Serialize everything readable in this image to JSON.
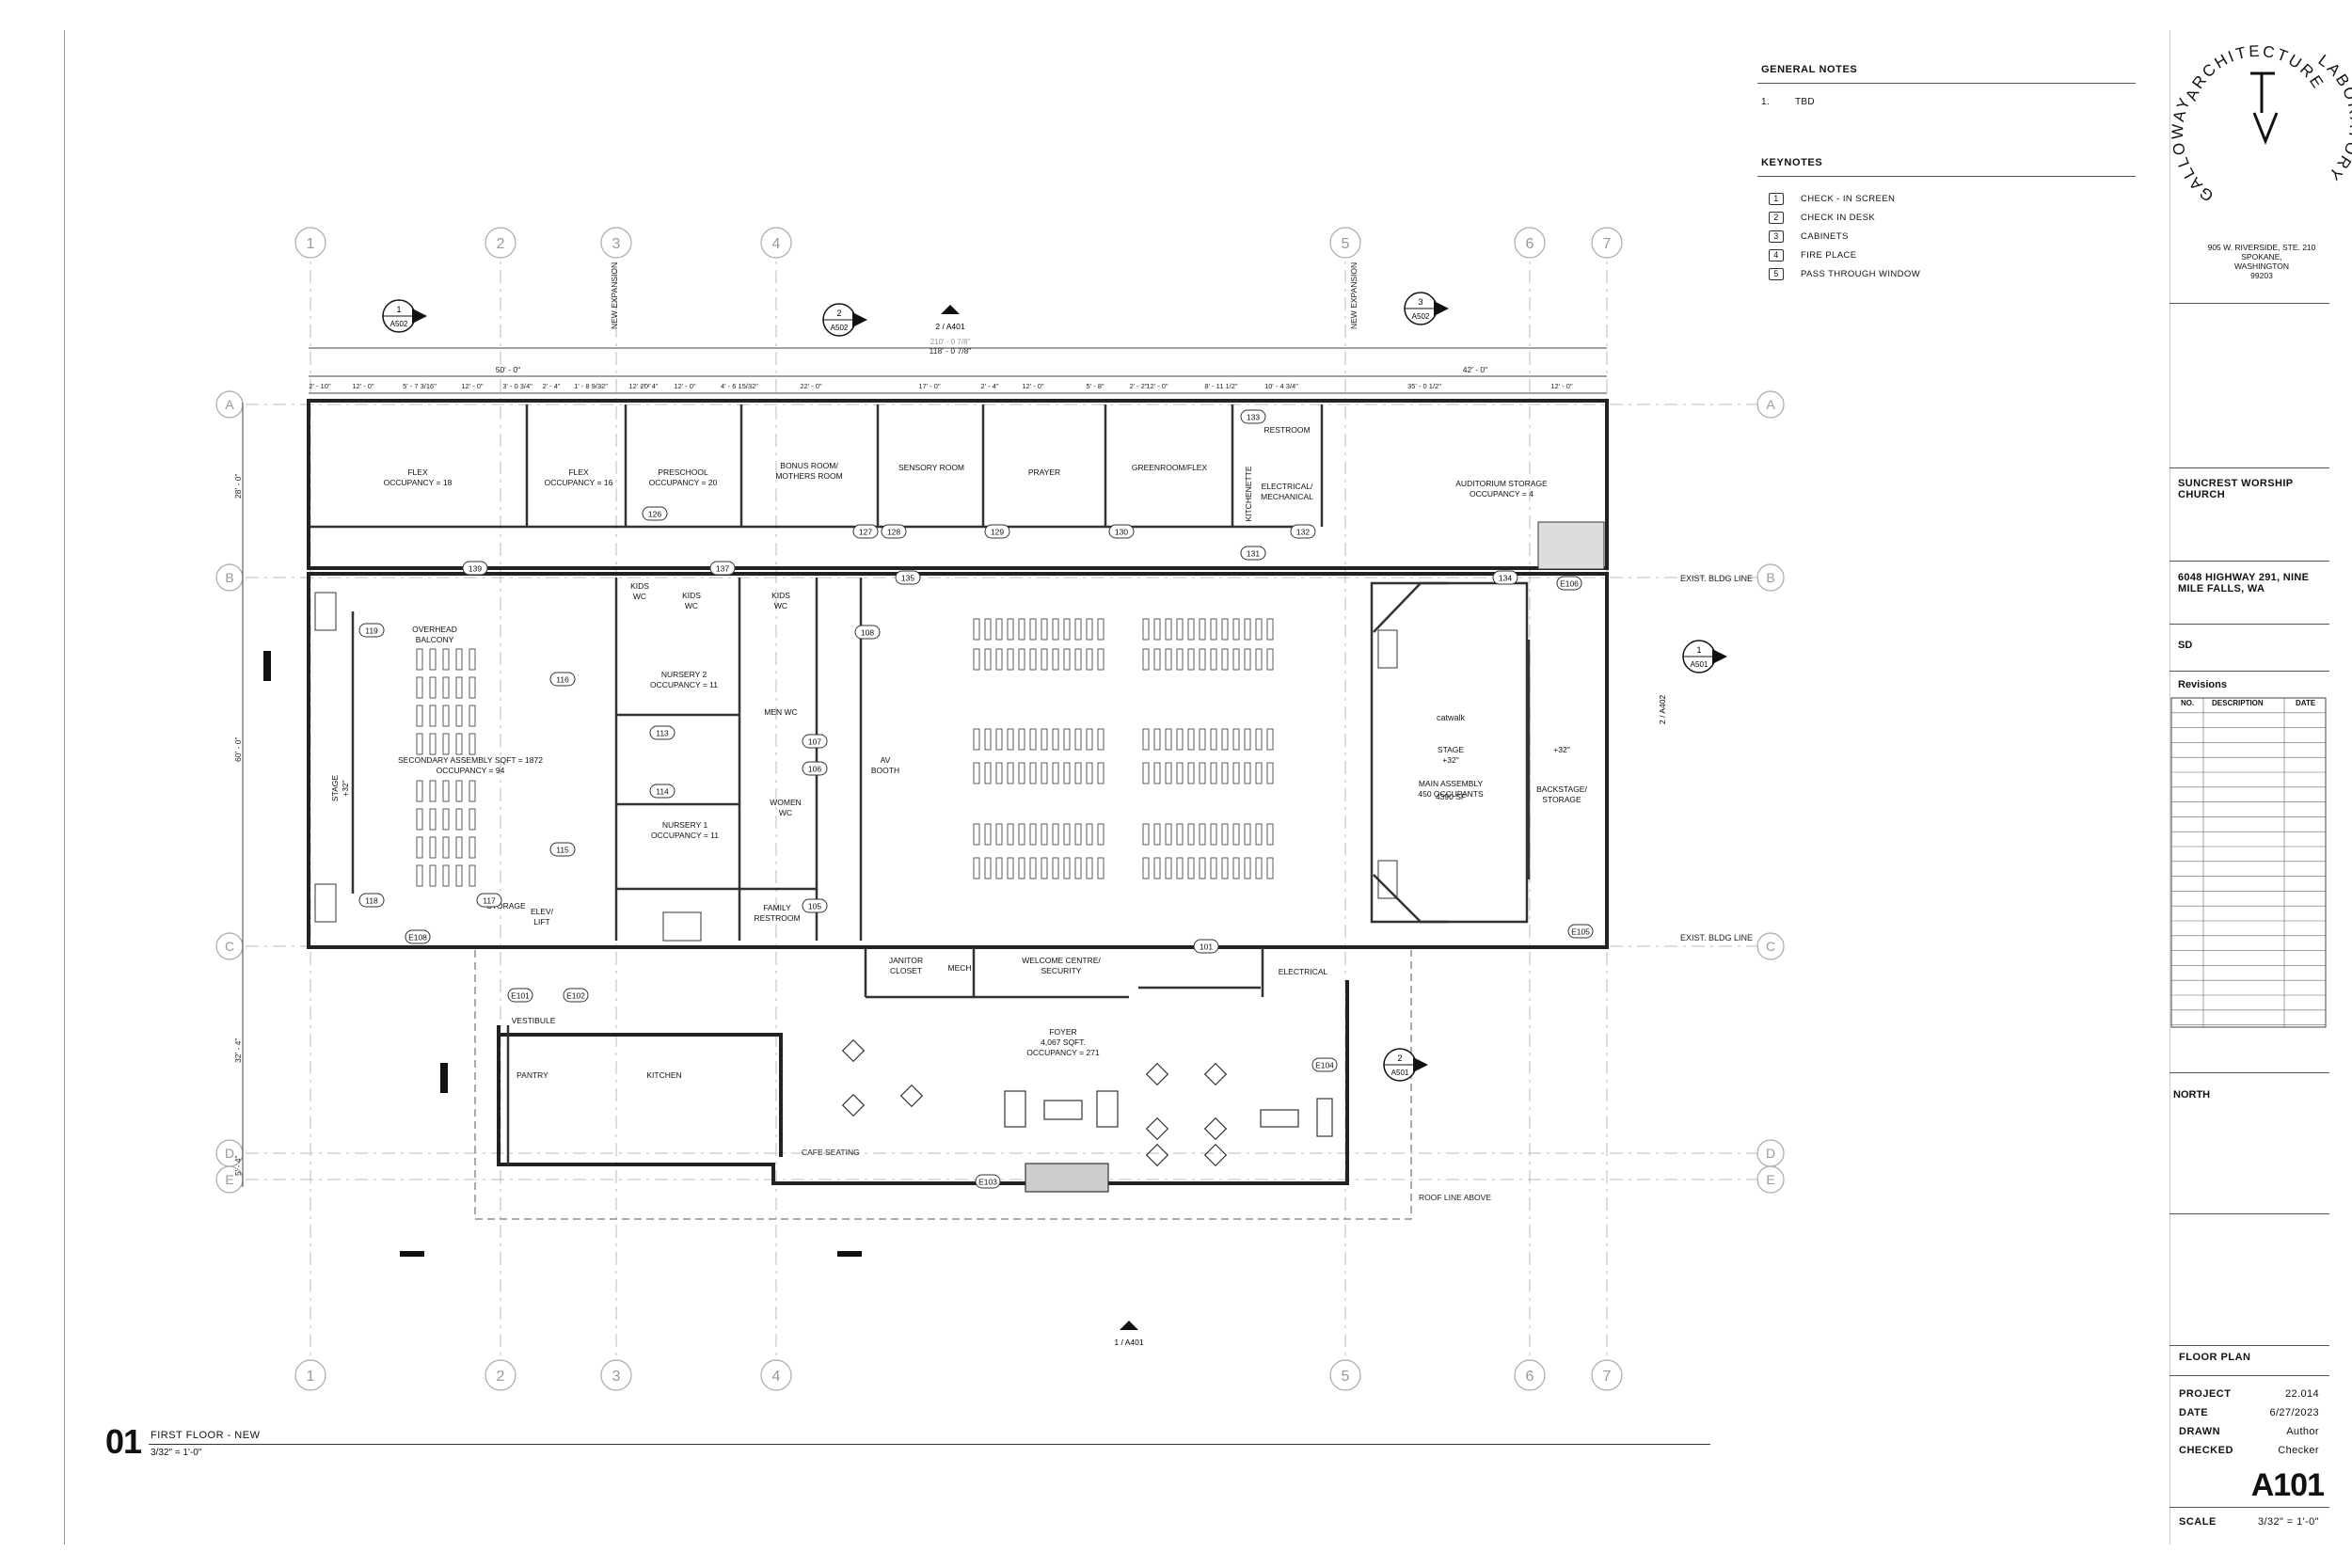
{
  "general_notes": {
    "title": "GENERAL NOTES",
    "items": [
      {
        "num": "1.",
        "text": "TBD"
      }
    ]
  },
  "keynotes": {
    "title": "KEYNOTES",
    "items": [
      {
        "num": "1",
        "text": "CHECK - IN SCREEN"
      },
      {
        "num": "2",
        "text": "CHECK IN DESK"
      },
      {
        "num": "3",
        "text": "CABINETS"
      },
      {
        "num": "4",
        "text": "FIRE PLACE"
      },
      {
        "num": "5",
        "text": "PASS THROUGH WINDOW"
      }
    ]
  },
  "firm": {
    "name_top": "ARCHITECTURE",
    "name_right": "LABORATORY",
    "name_left": "GALLOWAY",
    "address": [
      "905 W. RIVERSIDE, STE. 210",
      "SPOKANE,",
      "WASHINGTON",
      "99203"
    ]
  },
  "project": {
    "name": "SUNCREST WORSHIP CHURCH",
    "address": "6048 HIGHWAY 291, NINE MILE FALLS, WA",
    "phase": "SD"
  },
  "revisions": {
    "title": "Revisions",
    "columns": [
      "NO.",
      "DESCRIPTION",
      "DATE"
    ],
    "rows": 22
  },
  "north_label": "NORTH",
  "sheet": {
    "title": "FLOOR PLAN",
    "project_label": "PROJECT",
    "project": "22.014",
    "date_label": "DATE",
    "date": "6/27/2023",
    "drawn_label": "DRAWN",
    "drawn": "Author",
    "checked_label": "CHECKED",
    "checked": "Checker",
    "number": "A101",
    "scale_label": "SCALE",
    "scale": "3/32\" = 1'-0\""
  },
  "drawing": {
    "number": "01",
    "title": "FIRST FLOOR - NEW",
    "scale": "3/32\" = 1'-0\""
  },
  "grid_columns": [
    "1",
    "2",
    "3",
    "4",
    "5",
    "6",
    "7"
  ],
  "grid_rows": [
    "A",
    "B",
    "C",
    "D",
    "E"
  ],
  "dims": {
    "overall": "118' - 0 7/8\"",
    "overall2": "210' - 0 7/8\"",
    "left": "50' - 0\"",
    "right": "42' - 0\"",
    "row1": [
      "2' - 10\"",
      "12' - 0\"",
      "5' - 7 3/16\"",
      "12' - 0\"",
      "3' - 0 3/4\"",
      "2' - 4\"",
      "1' - 8 9/32\"",
      "12' - 0\"",
      "2' - 4\"",
      "12' - 0\"",
      "4' - 6 15/32\"",
      "22' - 0\"",
      "17' - 0\"",
      "2' - 4\"",
      "12' - 0\"",
      "5' - 8\"",
      "2' - 2\"",
      "12' - 0\"",
      "8' - 11 1/2\"",
      "10' - 4 3/4\"",
      "35' - 0 1/2\"",
      "12' - 0\""
    ],
    "v": [
      "28' - 0\"",
      "60' - 0\"",
      "32' - 4\"",
      "5' - 4\""
    ]
  },
  "section_marks": [
    {
      "num": "1",
      "sheet": "A502"
    },
    {
      "num": "2",
      "sheet": "A502"
    },
    {
      "num": "3",
      "sheet": "A502"
    },
    {
      "num": "1",
      "sheet": "A501"
    },
    {
      "num": "2",
      "sheet": "A501"
    },
    {
      "num": "2 / A401",
      "sheet": ""
    },
    {
      "num": "1 / A401",
      "sheet": ""
    },
    {
      "num": "2 / A402",
      "sheet": ""
    }
  ],
  "labels": {
    "new_expansion": "NEW EXPANSION",
    "exist_bldg": "EXIST. BLDG LINE",
    "roof_line": "ROOF LINE ABOVE",
    "cafe_seating": "CAFE SEATING",
    "catwalk": "catwalk"
  },
  "rooms": [
    {
      "name": "FLEX",
      "sub": "OCCUPANCY = 18"
    },
    {
      "name": "FLEX",
      "sub": "OCCUPANCY = 16"
    },
    {
      "name": "PRESCHOOL",
      "sub": "OCCUPANCY = 20"
    },
    {
      "name": "BONUS ROOM/",
      "sub": "MOTHERS ROOM"
    },
    {
      "name": "SENSORY ROOM",
      "sub": ""
    },
    {
      "name": "PRAYER",
      "sub": ""
    },
    {
      "name": "GREENROOM/FLEX",
      "sub": ""
    },
    {
      "name": "KITCHENETTE",
      "sub": ""
    },
    {
      "name": "RESTROOM",
      "sub": ""
    },
    {
      "name": "ELECTRICAL/",
      "sub": "MECHANICAL"
    },
    {
      "name": "AUDITORIUM STORAGE",
      "sub": "OCCUPANCY = 4"
    },
    {
      "name": "OVERHEAD",
      "sub": "BALCONY"
    },
    {
      "name": "SECONDARY ASSEMBLY SQFT = 1872",
      "sub": "OCCUPANCY = 94"
    },
    {
      "name": "STAGE",
      "sub": "+32\""
    },
    {
      "name": "KIDS",
      "sub": "WC"
    },
    {
      "name": "KIDS",
      "sub": "WC"
    },
    {
      "name": "KIDS",
      "sub": "WC"
    },
    {
      "name": "NURSERY 2",
      "sub": "OCCUPANCY = 11"
    },
    {
      "name": "MEN WC",
      "sub": ""
    },
    {
      "name": "WOMEN",
      "sub": "WC"
    },
    {
      "name": "NURSERY 1",
      "sub": "OCCUPANCY = 11"
    },
    {
      "name": "FAMILY",
      "sub": "RESTROOM"
    },
    {
      "name": "AV",
      "sub": "BOOTH"
    },
    {
      "name": "STAGE",
      "sub": "+32\""
    },
    {
      "name": "MAIN ASSEMBLY",
      "sub": "450 OCCUPANTS"
    },
    {
      "name": "4390 SF",
      "sub": ""
    },
    {
      "name": "+32\"",
      "sub": ""
    },
    {
      "name": "BACKSTAGE/",
      "sub": "STORAGE"
    },
    {
      "name": "STORAGE",
      "sub": ""
    },
    {
      "name": "ELEV/",
      "sub": "LIFT"
    },
    {
      "name": "JANITOR",
      "sub": "CLOSET"
    },
    {
      "name": "MECH",
      "sub": ""
    },
    {
      "name": "WELCOME CENTRE/",
      "sub": "SECURITY"
    },
    {
      "name": "ELECTRICAL",
      "sub": ""
    },
    {
      "name": "VESTIBULE",
      "sub": ""
    },
    {
      "name": "PANTRY",
      "sub": ""
    },
    {
      "name": "KITCHEN",
      "sub": ""
    },
    {
      "name": "FOYER",
      "sub": "4,067 SQFT."
    },
    {
      "name": "OCCUPANCY = 271",
      "sub": ""
    }
  ],
  "tags": [
    "133",
    "126",
    "127",
    "128",
    "129",
    "130",
    "132",
    "131",
    "135",
    "134",
    "139",
    "137",
    "119",
    "116",
    "118",
    "115",
    "117",
    "113",
    "114",
    "107",
    "106",
    "105",
    "108",
    "101",
    "E101",
    "E102",
    "E103",
    "E104",
    "E105",
    "E106",
    "E108"
  ]
}
